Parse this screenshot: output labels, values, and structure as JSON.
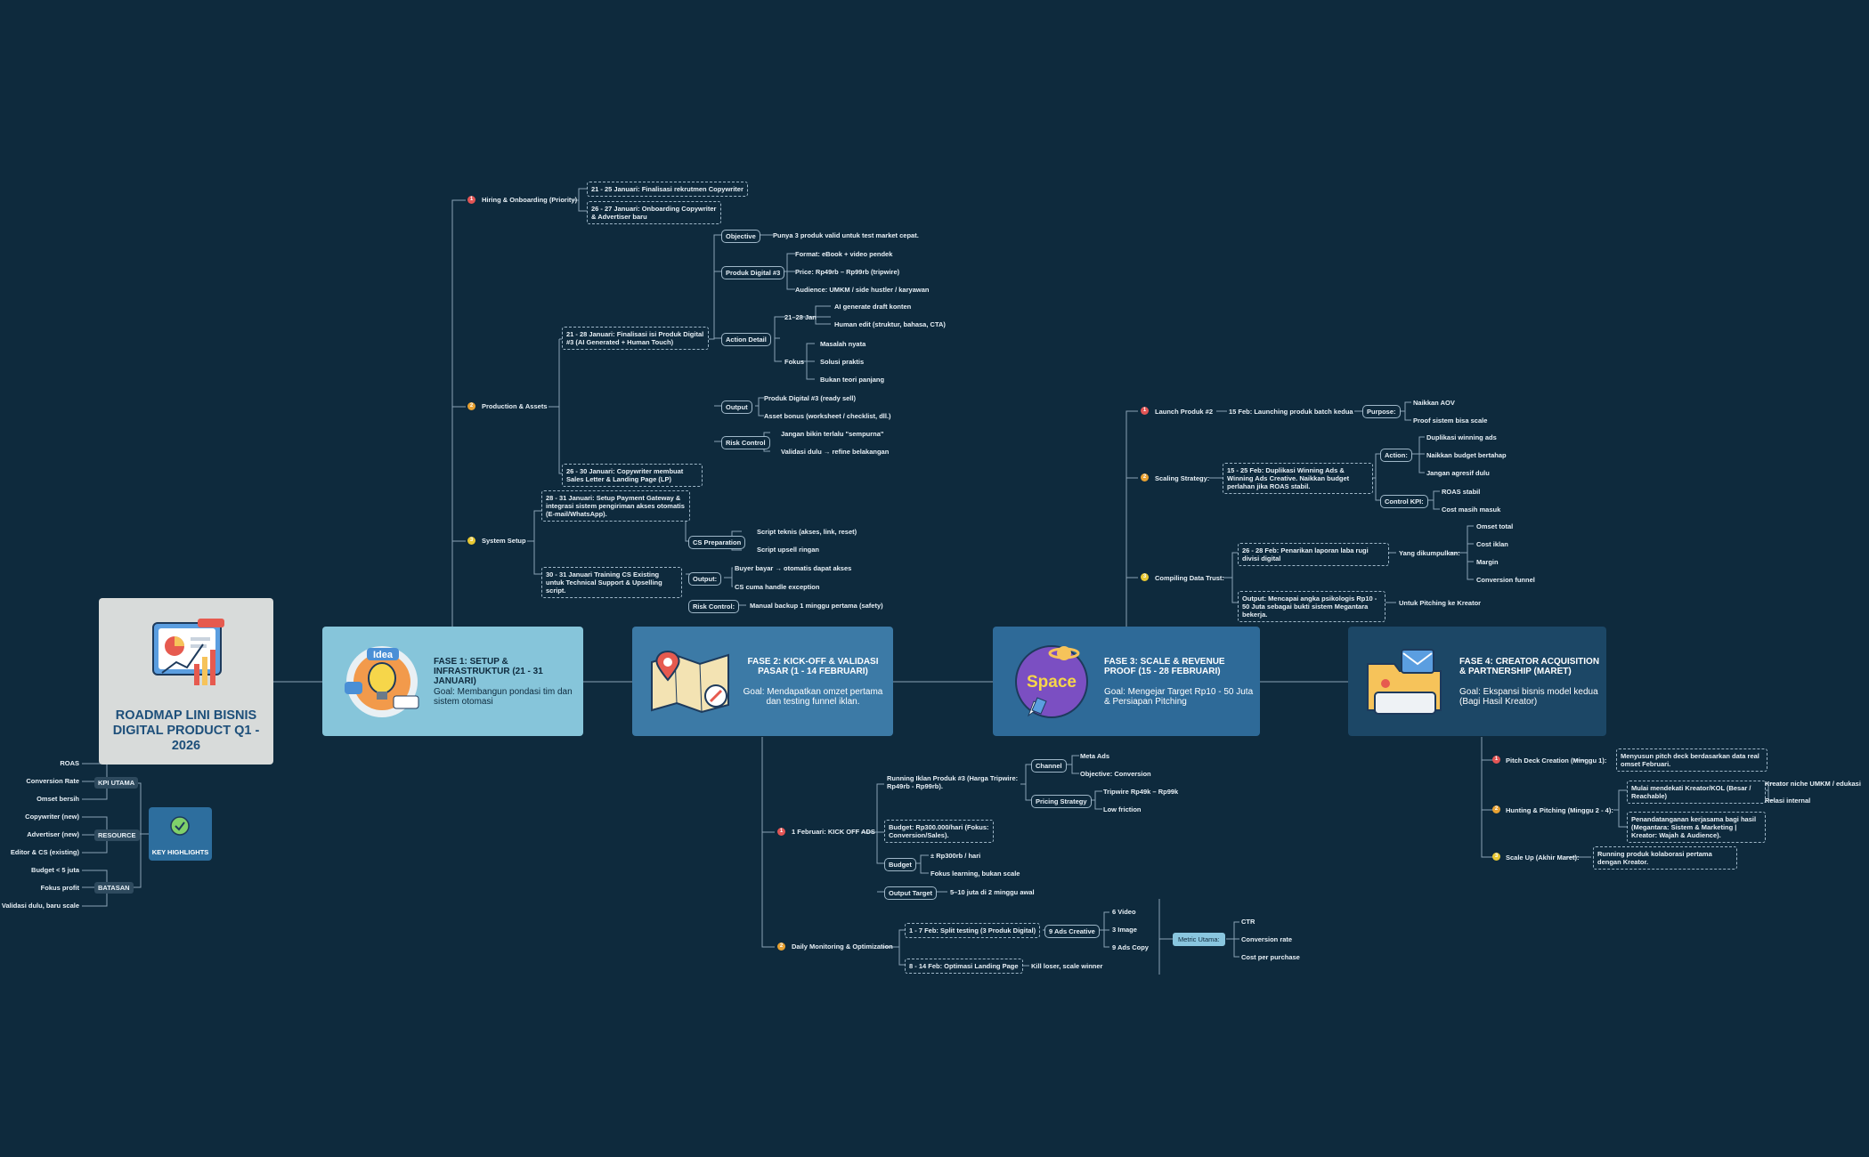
{
  "root": {
    "title": "ROADMAP LINI BISNIS DIGITAL PRODUCT Q1 - 2026",
    "icon": "presentation-chart-icon"
  },
  "key_highlights": {
    "label": "KEY HIGHLIGHTS",
    "groups": [
      {
        "label": "KPI UTAMA",
        "items": [
          "ROAS",
          "Conversion Rate",
          "Omset bersih"
        ]
      },
      {
        "label": "RESOURCE",
        "items": [
          "Copywriter (new)",
          "Advertiser (new)",
          "Editor & CS (existing)"
        ]
      },
      {
        "label": "BATASAN",
        "items": [
          "Budget < 5 juta",
          "Fokus profit",
          "Validasi dulu, baru scale"
        ]
      }
    ]
  },
  "phases": [
    {
      "title": "FASE 1: SETUP & INFRASTRUKTUR (21 - 31 JANUARI)",
      "goal": "Goal: Membangun pondasi tim dan sistem otomasi",
      "icon": "idea-lightbulb-icon",
      "color": "#86c5da"
    },
    {
      "title": "FASE 2: KICK-OFF & VALIDASI PASAR (1 - 14 FEBRUARI)",
      "goal": "Goal: Mendapatkan omzet pertama dan testing funnel iklan.",
      "icon": "map-pin-icon",
      "color": "#3c7aa6"
    },
    {
      "title": "FASE 3: SCALE & REVENUE PROOF (15 - 28 FEBRUARI)",
      "goal": "Goal: Mengejar Target Rp10 - 50 Juta & Persiapan Pitching",
      "icon": "space-rocket-icon",
      "color": "#2e6a98"
    },
    {
      "title": "FASE 4: CREATOR ACQUISITION & PARTNERSHIP (MARET)",
      "goal": "Goal: Ekspansi bisnis model kedua (Bagi Hasil Kreator)",
      "icon": "mail-folder-icon",
      "color": "#1c4766"
    }
  ],
  "phase1": {
    "hiring": {
      "label": "Hiring & Onboarding (Priority)",
      "badge": "1",
      "items": [
        "21 - 25 Januari: Finalisasi rekrutmen Copywriter",
        "26 - 27 Januari: Onboarding Copywriter & Advertiser baru"
      ]
    },
    "production": {
      "label": "Production & Assets",
      "badge": "2",
      "main": "21 - 28 Januari: Finalisasi isi Produk Digital #3 (AI Generated + Human Touch)",
      "objective": {
        "label": "Objective",
        "text": "Punya 3 produk valid untuk test market cepat."
      },
      "produk": {
        "label": "Produk Digital #3",
        "items": [
          "Format: eBook + video pendek",
          "Price: Rp49rb – Rp99rb (tripwire)",
          "Audience: UMKM / side hustler / karyawan"
        ]
      },
      "action": {
        "label": "Action Detail",
        "jan": "21–28 Jan",
        "jan_items": [
          "AI generate draft konten",
          "Human edit (struktur, bahasa, CTA)"
        ],
        "fokus": "Fokus",
        "fokus_items": [
          "Masalah nyata",
          "Solusi praktis",
          "Bukan teori panjang"
        ]
      },
      "output": {
        "label": "Output",
        "items": [
          "Produk Digital #3 (ready sell)",
          "Asset bonus (worksheet / checklist, dll.)"
        ]
      },
      "risk": {
        "label": "Risk Control",
        "items": [
          "Jangan bikin terlalu \"sempurna\"",
          "Validasi dulu → refine belakangan"
        ]
      },
      "sales_letter": "26 - 30 Januari: Copywriter membuat Sales Letter & Landing Page (LP)"
    },
    "system": {
      "label": "System Setup",
      "badge": "3",
      "payment": "28 - 31 Januari: Setup Payment Gateway & integrasi sistem pengiriman akses otomatis (E-mail/WhatsApp).",
      "training": "30 - 31 Januari Training CS Existing untuk Technical Support & Upselling script.",
      "cs_prep": {
        "label": "CS Preparation",
        "items": [
          "Script teknis (akses, link, reset)",
          "Script upsell ringan"
        ]
      },
      "output": {
        "label": "Output:",
        "items": [
          "Buyer bayar → otomatis dapat akses",
          "CS cuma handle exception"
        ]
      },
      "control": {
        "label": "Risk Control:",
        "text": "Manual backup 1 minggu pertama (safety)"
      }
    }
  },
  "phase2": {
    "kickoff": {
      "label": "1 Februari: KICK OFF ADS",
      "badge": "1",
      "running": "Running Iklan Produk #3 (Harga Tripwire: Rp49rb - Rp99rb).",
      "channel": {
        "label": "Channel",
        "items": [
          "Meta Ads",
          "Objective: Conversion"
        ]
      },
      "pricing": {
        "label": "Pricing Strategy",
        "items": [
          "Tripwire Rp49k – Rp99k",
          "Low friction"
        ]
      },
      "budget_main": "Budget: Rp300.000/hari (Fokus: Conversion/Sales).",
      "budget": {
        "label": "Budget",
        "items": [
          "± Rp300rb / hari",
          "Fokus learning, bukan scale"
        ]
      },
      "target": {
        "label": "Output Target",
        "text": "5–10 juta di 2 minggu awal"
      }
    },
    "daily": {
      "label": "Daily Monitoring & Optimization",
      "badge": "2",
      "split": "1 - 7 Feb: Split testing (3 Produk Digital)",
      "creative": {
        "label": "9 Ads Creative",
        "items": [
          "6 Video",
          "3 Image",
          "9 Ads Copy"
        ]
      },
      "optimize": "8 - 14 Feb: Optimasi Landing Page",
      "kill": "Kill loser, scale winner",
      "metric": {
        "label": "Metric Utama:",
        "items": [
          "CTR",
          "Conversion rate",
          "Cost per purchase"
        ]
      }
    }
  },
  "phase3": {
    "launch": {
      "label": "Launch Produk #2",
      "badge": "1",
      "main": "15 Feb: Launching produk batch kedua",
      "purpose": {
        "label": "Purpose:",
        "items": [
          "Naikkan AOV",
          "Proof sistem bisa scale"
        ]
      }
    },
    "scaling": {
      "label": "Scaling Strategy:",
      "badge": "2",
      "main": "15 - 25 Feb: Duplikasi Winning Ads & Winning Ads Creative. Naikkan budget perlahan jika ROAS stabil.",
      "action": {
        "label": "Action:",
        "items": [
          "Duplikasi winning ads",
          "Naikkan budget bertahap",
          "Jangan agresif dulu"
        ]
      },
      "control": {
        "label": "Control KPI:",
        "items": [
          "ROAS stabil",
          "Cost masih masuk"
        ]
      }
    },
    "compiling": {
      "label": "Compiling Data Trust:",
      "badge": "3",
      "report": "26 - 28 Feb: Penarikan laporan laba rugi divisi digital",
      "collected": {
        "label": "Yang dikumpulkan:",
        "items": [
          "Omset total",
          "Cost iklan",
          "Margin",
          "Conversion funnel"
        ]
      },
      "output": "Output: Mencapai angka psikologis Rp10 - 50 Juta sebagai bukti sistem Megantara bekerja.",
      "pitch": "Untuk Pitching ke Kreator"
    }
  },
  "phase4": {
    "pitch_deck": {
      "label": "Pitch Deck Creation (Minggu 1):",
      "badge": "1",
      "text": "Menyusun pitch deck berdasarkan data real omset Februari."
    },
    "hunting": {
      "label": "Hunting & Pitching (Minggu 2 - 4):",
      "badge": "2",
      "approach": "Mulai mendekati Kreator/KOL (Besar / Reachable)",
      "approach_items": [
        "Kreator niche UMKM / edukasi",
        "Relasi internal"
      ],
      "sign": "Penandatanganan kerjasama bagi hasil (Megantara: Sistem & Marketing | Kreator: Wajah & Audience)."
    },
    "scale": {
      "label": "Scale Up (Akhir Maret):",
      "badge": "3",
      "text": "Running produk kolaborasi pertama dengan Kreator."
    }
  }
}
